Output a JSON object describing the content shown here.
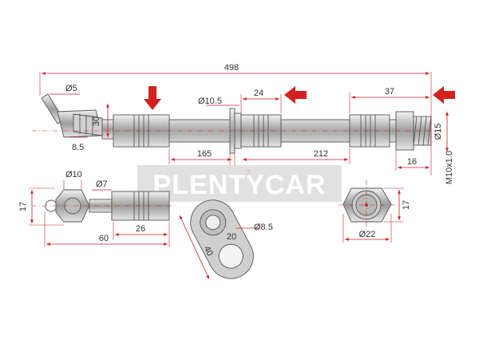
{
  "watermark": {
    "text": "PLENTYCAR"
  },
  "dimensions": {
    "overall_length": "498",
    "bend_diameter": "Ø5",
    "bend_height": "30",
    "bend_offset": "8.5",
    "tube_diameter": "Ø10.5",
    "section_a": "24",
    "section_b": "165",
    "section_c": "212",
    "bracket": "2",
    "fitting_length": "37",
    "thread_diameter": "Ø15",
    "thread_length": "16",
    "thread_spec": "M10x1.0",
    "hex_size": "Ø10",
    "inner_bore": "Ø7",
    "hex_height": "17",
    "hex_assembly_length": "60",
    "crimp_length": "26",
    "plate_hole": "Ø8.5",
    "plate_width": "20",
    "plate_length": "40",
    "end_diameter": "Ø22",
    "end_height": "17"
  },
  "colors": {
    "accent": "#cc2222",
    "line": "#555555",
    "hose": "#b0b0b0"
  }
}
